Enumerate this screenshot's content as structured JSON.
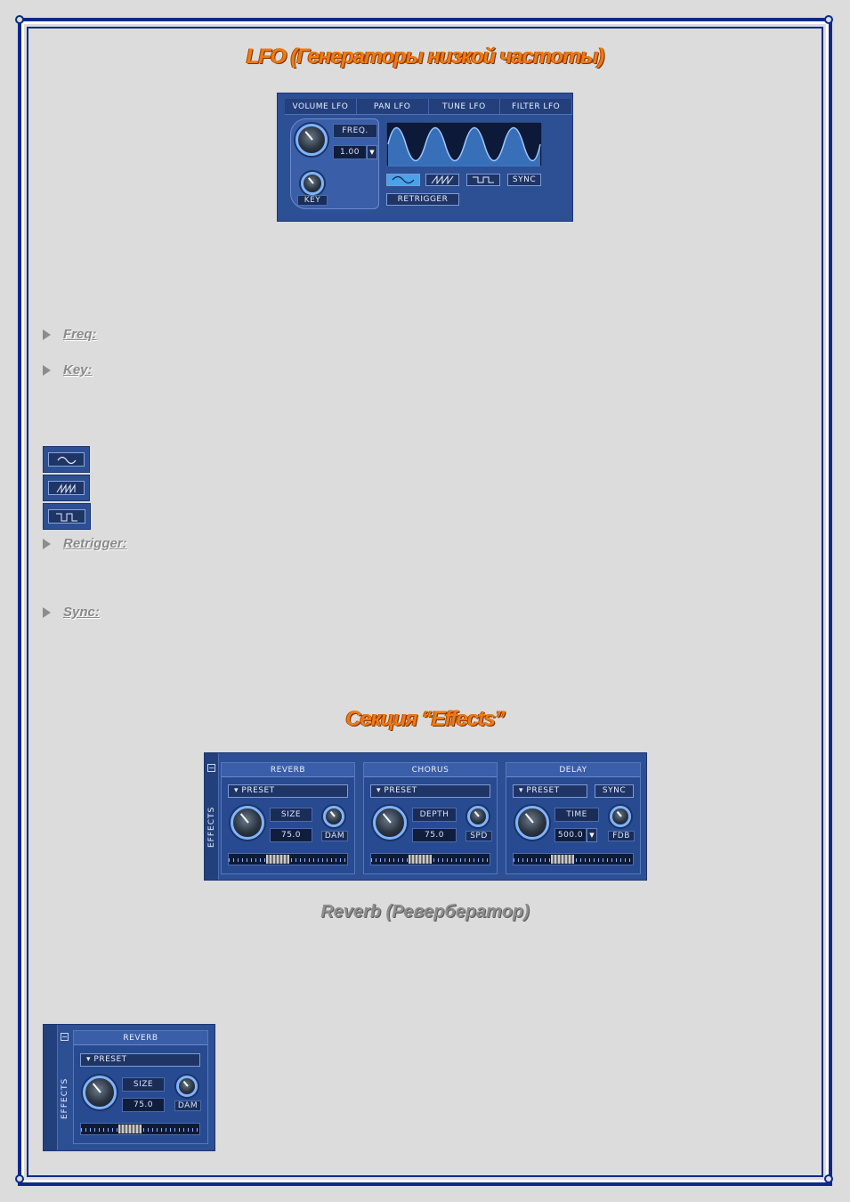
{
  "lfo": {
    "heading": "LFO (Генераторы низкой частоты)",
    "tabs": [
      "VOLUME LFO",
      "PAN LFO",
      "TUNE LFO",
      "FILTER LFO"
    ],
    "freq_label": "FREQ.",
    "freq_value": "1.00",
    "key_label": "KEY",
    "sync_label": "SYNC",
    "retrigger_label": "RETRIGGER"
  },
  "bullets": {
    "freq": "Freq:",
    "key": "Key:",
    "retrigger": "Retrigger:",
    "sync": "Sync:"
  },
  "effects": {
    "heading": "Секция  “Effects”",
    "side_label": "EFFECTS",
    "preset_label": "PRESET",
    "reverb": {
      "title": "REVERB",
      "param": "SIZE",
      "value": "75.0",
      "knob": "DAM"
    },
    "chorus": {
      "title": "CHORUS",
      "param": "DEPTH",
      "value": "75.0",
      "knob": "SPD"
    },
    "delay": {
      "title": "DELAY",
      "param": "TIME",
      "value": "500.0",
      "knob": "FDB",
      "sync": "SYNC"
    }
  },
  "reverb_section": {
    "heading": "Reverb (Ревербератор)"
  },
  "colors": {
    "frame": "#0b2a8a",
    "heading": "#f07a10",
    "panel": "#2d4f94",
    "lcd": "#101e3c"
  }
}
